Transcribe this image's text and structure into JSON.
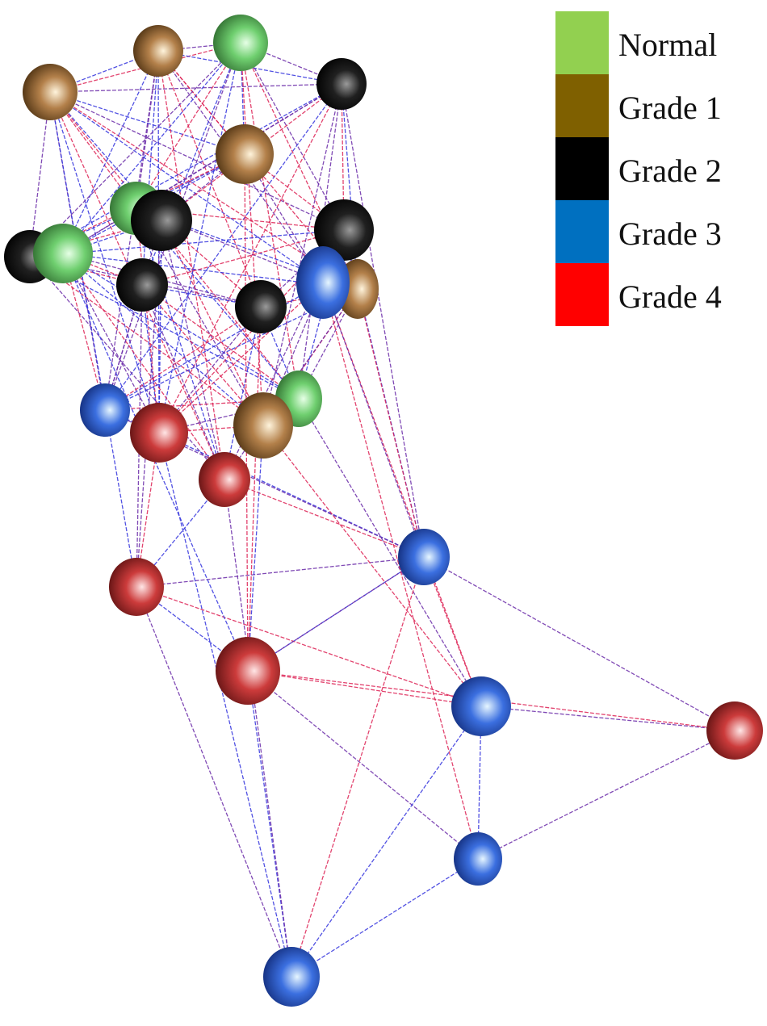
{
  "legend": {
    "items": [
      {
        "key": "normal",
        "label": "Normal",
        "color": "#92d050"
      },
      {
        "key": "g1",
        "label": "Grade 1",
        "color": "#7f6000"
      },
      {
        "key": "g2",
        "label": "Grade 2",
        "color": "#000000"
      },
      {
        "key": "g3",
        "label": "Grade 3",
        "color": "#0070c0"
      },
      {
        "key": "g4",
        "label": "Grade 4",
        "color": "#ff0000"
      }
    ]
  },
  "node_palette": {
    "normal": [
      "#e6ffe6",
      "#6fcf6f",
      "#2f6b2f"
    ],
    "g1": [
      "#fff4dc",
      "#b3804a",
      "#4a2f10"
    ],
    "g2": [
      "#9a9a9a",
      "#202020",
      "#000000"
    ],
    "g3": [
      "#e6f6ff",
      "#3b6fe0",
      "#122c7a"
    ],
    "g4": [
      "#ffe6e6",
      "#cc3b3b",
      "#5e1212"
    ]
  },
  "edge_colors": [
    "#3333dd",
    "#dd2255",
    "#6a2aa8"
  ],
  "network": {
    "nodes": [
      {
        "id": "n1",
        "group": "g1"
      },
      {
        "id": "n2",
        "group": "g1"
      },
      {
        "id": "n3",
        "group": "normal"
      },
      {
        "id": "n4",
        "group": "g2"
      },
      {
        "id": "n5",
        "group": "g1"
      },
      {
        "id": "n6",
        "group": "normal"
      },
      {
        "id": "n7",
        "group": "g2"
      },
      {
        "id": "n8",
        "group": "g2"
      },
      {
        "id": "n9",
        "group": "normal"
      },
      {
        "id": "n10",
        "group": "g1"
      },
      {
        "id": "n11",
        "group": "g2"
      },
      {
        "id": "n12",
        "group": "g3"
      },
      {
        "id": "n13",
        "group": "g2"
      },
      {
        "id": "n14",
        "group": "g2"
      },
      {
        "id": "n15",
        "group": "normal"
      },
      {
        "id": "n16",
        "group": "g3"
      },
      {
        "id": "n17",
        "group": "g4"
      },
      {
        "id": "n18",
        "group": "g1"
      },
      {
        "id": "n19",
        "group": "g4"
      },
      {
        "id": "n20",
        "group": "g3"
      },
      {
        "id": "n21",
        "group": "g4"
      },
      {
        "id": "n22",
        "group": "g4"
      },
      {
        "id": "n23",
        "group": "g3"
      },
      {
        "id": "n24",
        "group": "g4"
      },
      {
        "id": "n25",
        "group": "g3"
      },
      {
        "id": "n26",
        "group": "g3"
      }
    ]
  }
}
